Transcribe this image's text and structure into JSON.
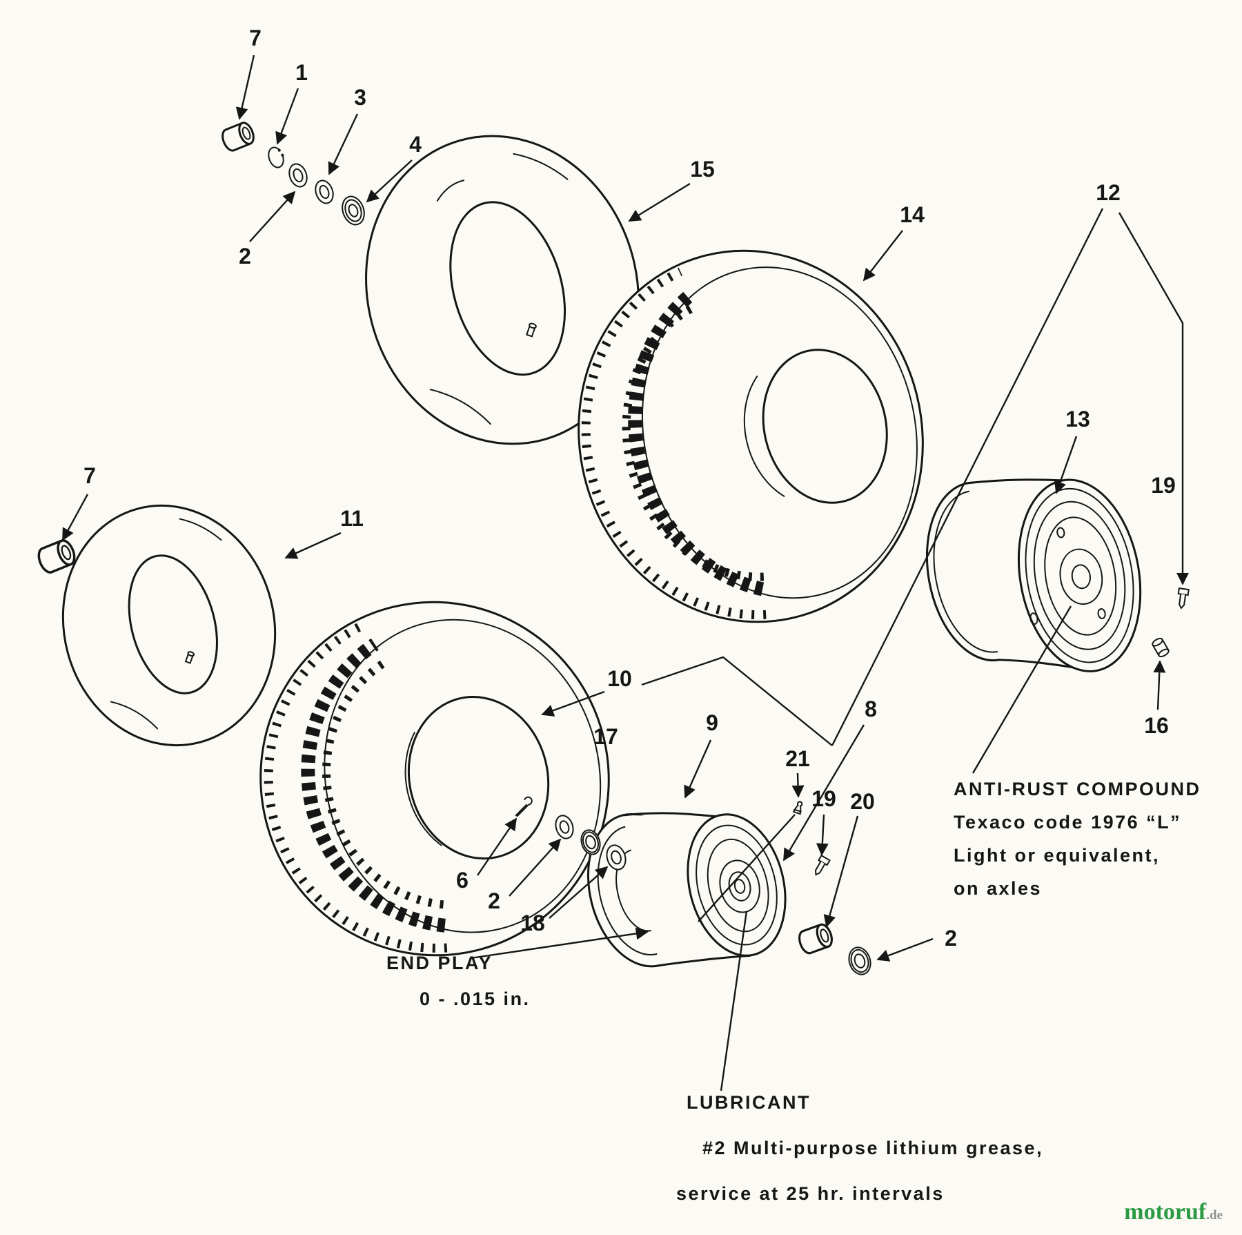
{
  "diagram_title": "Wheels and tires exploded parts diagram",
  "colors": {
    "ink": "#161616",
    "paper": "#fbfaf4",
    "brand_green": "#2c9a44",
    "tld_gray": "#8f8f8f"
  },
  "part_labels": {
    "top_bushing": "7",
    "snap_ring": "1",
    "washer_a": "2",
    "thrust_washer": "3",
    "bearing_top": "4",
    "tube_right": "15",
    "tire_right": "14",
    "wheel_assembly": "12",
    "rim": "13",
    "bolt_right": "19",
    "key_pin": "16",
    "left_bushing": "7",
    "tube_left": "11",
    "tire_left": "10",
    "hub": "9",
    "hub_assembly": "8",
    "grease_fitting": "21",
    "bolt_lower": "19",
    "bushing_lower": "20",
    "bearing_washer": "17",
    "cotter_pin": "6",
    "washer_b": "2",
    "washer_c": "18",
    "bearing_lower": "2"
  },
  "annotations": {
    "anti_rust": [
      "ANTI-RUST COMPOUND",
      "Texaco code 1976 “L”",
      "Light or equivalent,",
      "on axles"
    ],
    "end_play": [
      "END PLAY",
      "0 - .015 in."
    ],
    "lubricant": [
      "LUBRICANT",
      "#2 Multi-purpose lithium grease,",
      "service at 25 hr. intervals"
    ]
  },
  "watermark": {
    "brand": "motoruf",
    "tld": ".de"
  }
}
